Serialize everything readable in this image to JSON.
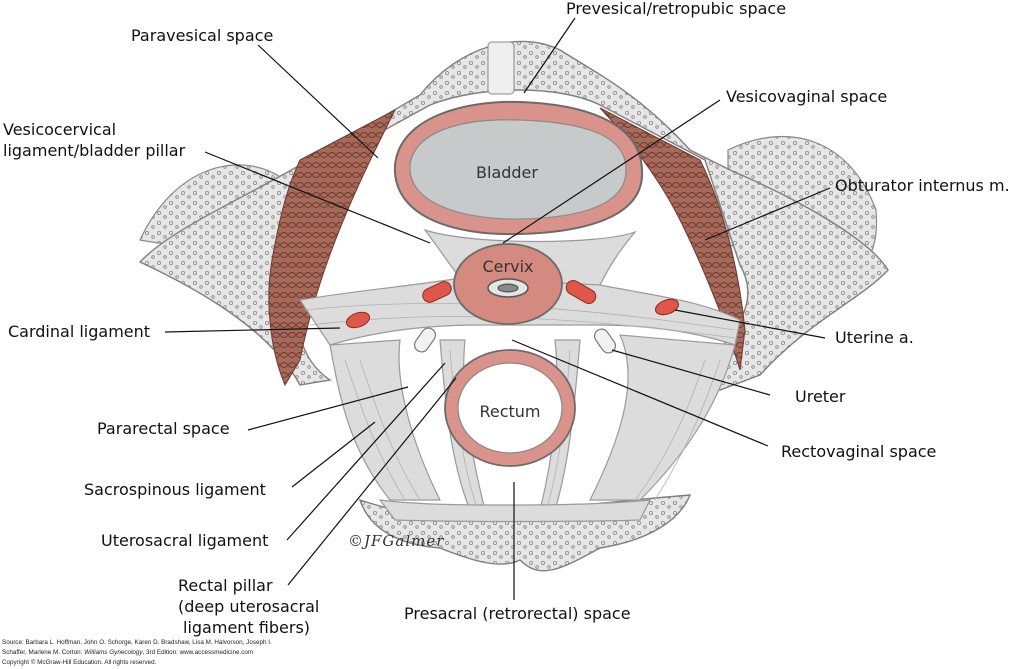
{
  "labels": {
    "prevesical": "Prevesical/retropubic space",
    "paravesical": "Paravesical space",
    "vesicocervical_1": "Vesicocervical",
    "vesicocervical_2": "ligament/bladder pillar",
    "vesicovaginal": "Vesicovaginal space",
    "obturator": "Obturator internus m.",
    "cardinal": "Cardinal ligament",
    "uterine": "Uterine a.",
    "ureter": "Ureter",
    "pararectal": "Pararectal space",
    "rectovaginal": "Rectovaginal space",
    "sacrospinous": "Sacrospinous ligament",
    "uterosacral": "Uterosacral ligament",
    "rectal_pillar_1": "Rectal pillar",
    "rectal_pillar_2": "(deep uterosacral",
    "rectal_pillar_3": "ligament fibers)",
    "presacral": "Presacral (retrorectal) space"
  },
  "organs": {
    "bladder": "Bladder",
    "cervix": "Cervix",
    "rectum": "Rectum"
  },
  "signature": "©JFGalmer",
  "source": {
    "line1": "Source: Barbara L. Hoffman, John O. Schorge, Karen D. Bradshaw, Lisa M. Halvorson, Joseph I.",
    "line2_a": "Schaffer, Marlene M. Corton: ",
    "line2_italic": "Williams Gynecology",
    "line2_b": ", 3rd Edition: www.accessmedicine.com",
    "line3": "Copyright © McGraw-Hill Education. All rights reserved."
  },
  "colors": {
    "tissue": "#dcdcdc",
    "bone": "#e8e8e8",
    "muscle": "#a86a58",
    "organ_wall": "#d9938a",
    "lumen": "#c9cccd",
    "artery": "#e0564b"
  }
}
